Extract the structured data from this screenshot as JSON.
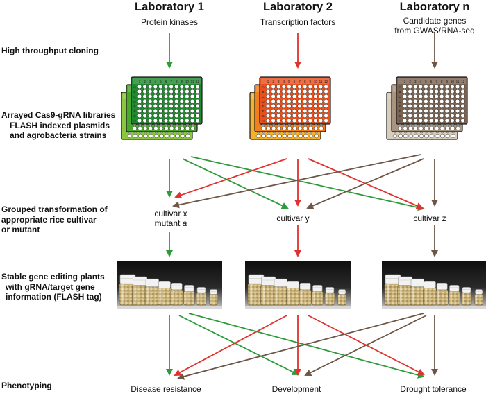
{
  "labs": [
    {
      "title": "Laboratory 1",
      "subtitle": "Protein kinases",
      "color": "#2e9b3a",
      "plate_front": "#1f8a2e",
      "plate_mid": "#4aa82f",
      "plate_back": "#8cc63f"
    },
    {
      "title": "Laboratory 2",
      "subtitle": "Transcription factors",
      "color": "#e0322f",
      "plate_front": "#e8501e",
      "plate_mid": "#f0801e",
      "plate_back": "#f7b02a"
    },
    {
      "title": "Laboratory n",
      "subtitle_line1": "Candidate genes",
      "subtitle_line2": "from GWAS/RNA-seq",
      "color": "#6e5646",
      "plate_front": "#7a6352",
      "plate_mid": "#a89480",
      "plate_back": "#d8ccba"
    }
  ],
  "stages": {
    "cloning": "High throughput cloning",
    "libraries_line1": "Arrayed Cas9-gRNA libraries",
    "libraries_line2": "FLASH indexed plasmids",
    "libraries_line3": "and agrobacteria strains",
    "transformation_line1": "Grouped transformation of",
    "transformation_line2": "appropriate rice cultivar",
    "transformation_line3": "or mutant",
    "plants_line1": "Stable gene editing plants",
    "plants_line2": "with gRNA/target gene",
    "plants_line3": "information (FLASH tag)",
    "phenotyping": "Phenotyping"
  },
  "cultivars": {
    "x_line1": "cultivar x",
    "x_line2_prefix": "mutant ",
    "x_line2_italic": "a",
    "y": "cultivar y",
    "z": "cultivar z"
  },
  "phenotypes": {
    "disease": "Disease resistance",
    "development": "Development",
    "drought": "Drought tolerance"
  },
  "plate_labels": {
    "columns": [
      "1",
      "2",
      "3",
      "4",
      "5",
      "6",
      "7",
      "8",
      "9",
      "10",
      "11",
      "12"
    ],
    "rows": [
      "A",
      "B",
      "C",
      "D",
      "E",
      "F",
      "G",
      "H"
    ]
  }
}
